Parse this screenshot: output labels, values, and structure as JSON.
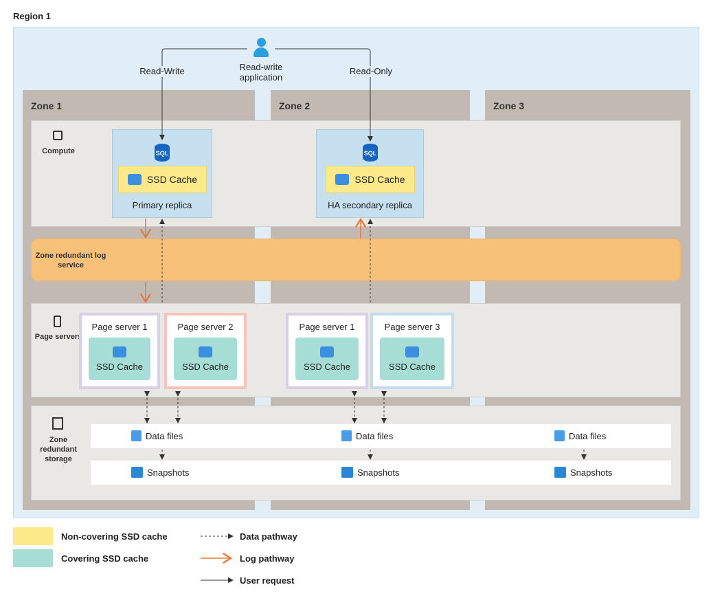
{
  "region_title": "Region 1",
  "user": {
    "label": "Read-write application",
    "left_path": "Read-Write",
    "right_path": "Read-Only"
  },
  "zones": [
    "Zone 1",
    "Zone 2",
    "Zone 3"
  ],
  "rows": {
    "compute": "Compute",
    "log_service": "Zone redundant log service",
    "page_servers": "Page servers",
    "storage": "Zone redundant storage"
  },
  "replicas": [
    {
      "name": "Primary replica",
      "cache": "SSD Cache",
      "icon_text": "SQL"
    },
    {
      "name": "HA secondary replica",
      "cache": "SSD Cache",
      "icon_text": "SQL"
    }
  ],
  "page_servers": [
    {
      "name": "Page server 1",
      "cache": "SSD Cache",
      "border": "#d9d0e8"
    },
    {
      "name": "Page server 2",
      "cache": "SSD Cache",
      "border": "#f4c5b8"
    },
    {
      "name": "Page server 1",
      "cache": "SSD Cache",
      "border": "#d9d0e8"
    },
    {
      "name": "Page server 3",
      "cache": "SSD Cache",
      "border": "#c4dcee"
    }
  ],
  "storage": {
    "data_files": "Data files",
    "snapshots": "Snapshots"
  },
  "legend": {
    "non_covering": "Non-covering SSD cache",
    "covering": "Covering SSD cache",
    "data": "Data pathway",
    "log": "Log pathway",
    "user": "User request"
  },
  "colors": {
    "non_covering": "#fce98a",
    "covering": "#a6ddd4",
    "log": "#e8773a",
    "log_service": "#f7c17a",
    "zone": "#c1b9b2",
    "region": "#e1eef8"
  }
}
